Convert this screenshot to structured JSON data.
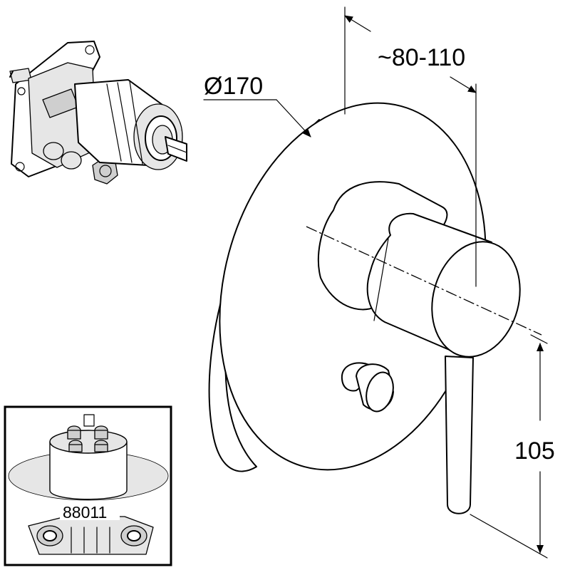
{
  "dimensions": {
    "diameter": "Ø170",
    "projection": "~80-110",
    "height": "105"
  },
  "inset": {
    "part_number": "88011"
  }
}
